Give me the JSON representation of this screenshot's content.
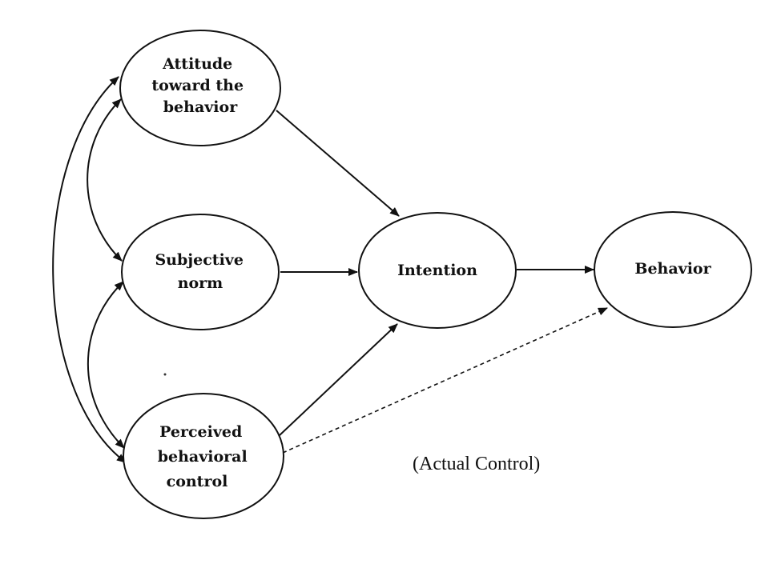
{
  "nodes": {
    "attitude": {
      "lines": [
        "Attitude",
        "toward the",
        "behavior"
      ]
    },
    "subjective_norm": {
      "lines": [
        "Subjective",
        "norm"
      ]
    },
    "perceived_control": {
      "lines": [
        "Perceived",
        "behavioral",
        "control"
      ]
    },
    "intention": {
      "lines": [
        "Intention"
      ]
    },
    "behavior": {
      "lines": [
        "Behavior"
      ]
    }
  },
  "annotation": {
    "actual_control": "(Actual Control)"
  },
  "colors": {
    "stroke": "#111111",
    "background": "#ffffff"
  }
}
